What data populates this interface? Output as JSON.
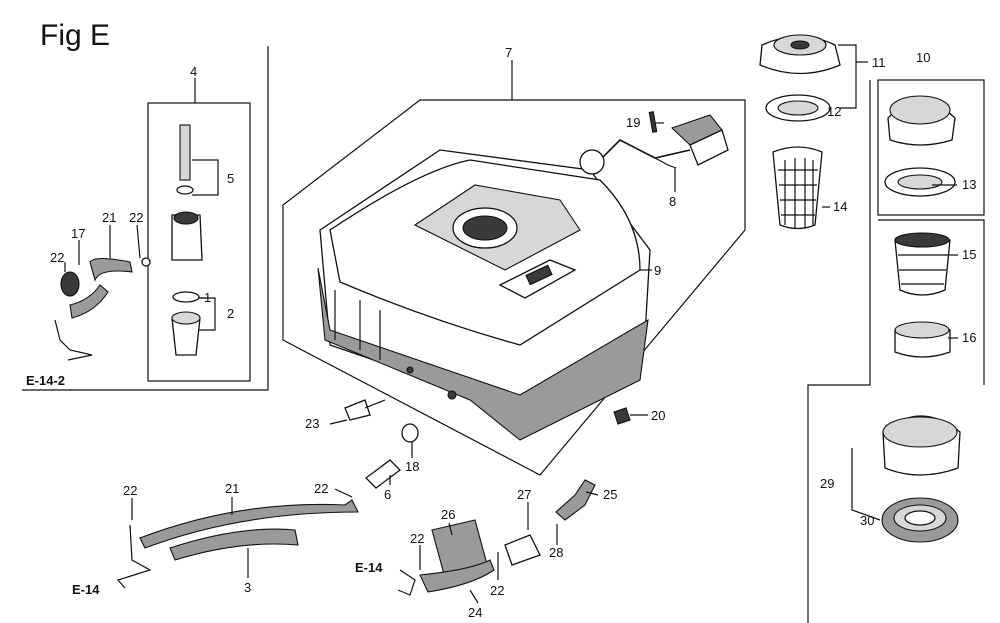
{
  "figure": {
    "title": "Fig E"
  },
  "callouts": {
    "c1": "1",
    "c2": "2",
    "c3": "3",
    "c4": "4",
    "c5": "5",
    "c6": "6",
    "c7": "7",
    "c8": "8",
    "c9": "9",
    "c10": "10",
    "c11": "11",
    "c12": "12",
    "c13": "13",
    "c14": "14",
    "c15": "15",
    "c16": "16",
    "c17": "17",
    "c18": "18",
    "c19": "19",
    "c20": "20",
    "c21a": "21",
    "c21b": "21",
    "c22a": "22",
    "c22b": "22",
    "c22c": "22",
    "c22d": "22",
    "c22e": "22",
    "c22f": "22",
    "c23": "23",
    "c24": "24",
    "c25": "25",
    "c26": "26",
    "c27": "27",
    "c28": "28",
    "c29": "29",
    "c30": "30"
  },
  "references": {
    "r1": "E-14-2",
    "r2": "E-14",
    "r3": "E-14"
  }
}
